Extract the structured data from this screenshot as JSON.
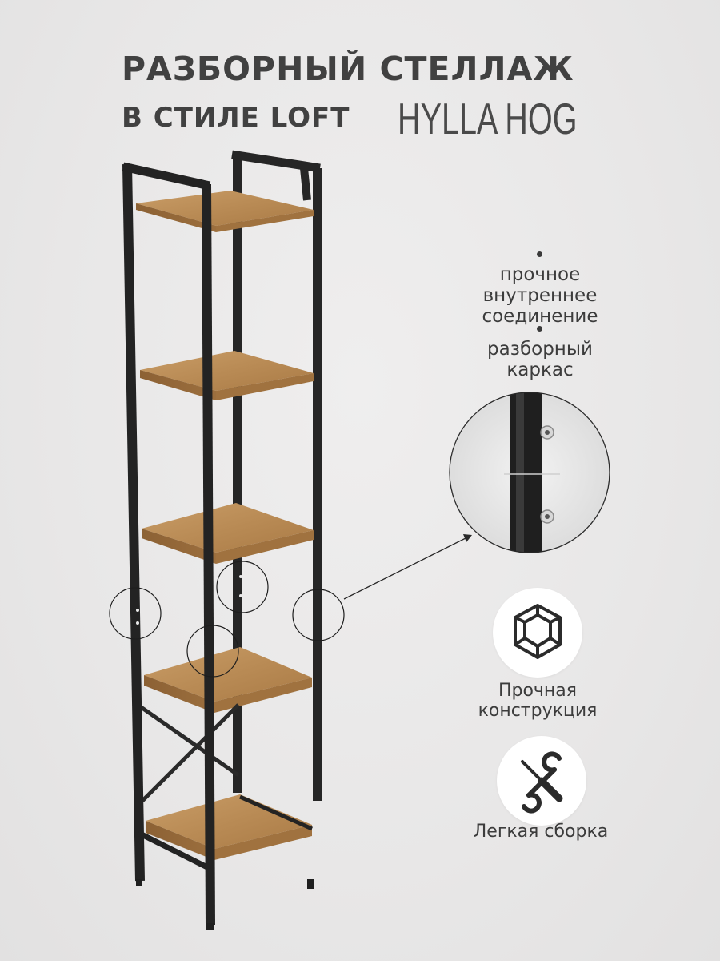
{
  "header": {
    "title_line1": "РАЗБОРНЫЙ СТЕЛЛАЖ",
    "title_line2": "В СТИЛЕ LOFT",
    "model_name": "HYLLA HOG"
  },
  "features": [
    {
      "text_lines": [
        "прочное",
        "внутреннее",
        "соединение"
      ]
    },
    {
      "text_lines": [
        "разборный",
        "каркас"
      ]
    }
  ],
  "benefits": [
    {
      "icon": "cube-frame-icon",
      "caption_lines": [
        "Прочная",
        "конструкция"
      ]
    },
    {
      "icon": "wrench-screwdriver-icon",
      "caption_lines": [
        "Легкая сборка"
      ]
    }
  ],
  "colors": {
    "background": "#e9e8e8",
    "text": "#414141",
    "frame": "#2b2b2b",
    "wood": "#b98b55"
  }
}
